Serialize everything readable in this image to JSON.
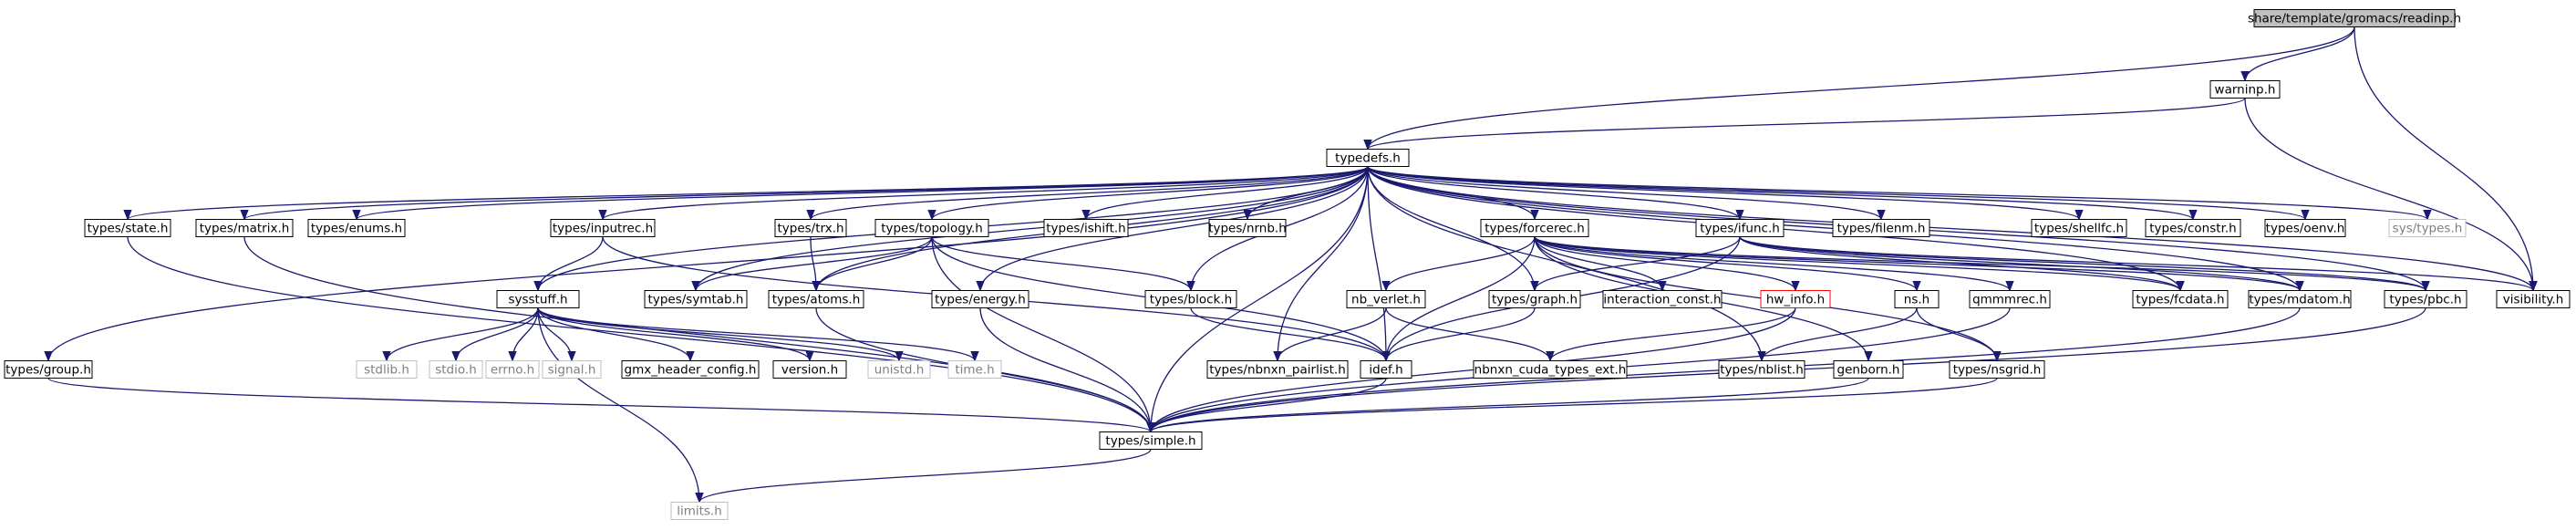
{
  "colors": {
    "edge": "#191970",
    "border_default": "#000000",
    "border_system": "#bfbfbf",
    "border_missing": "#ff0000",
    "fill_root": "#bfbfbf",
    "fill_default": "#ffffff",
    "text_default": "#000000",
    "text_system": "#7f7f7f"
  },
  "nodes": [
    {
      "id": "readinp",
      "label": "share/template/gromacs/readinp.h",
      "kind": "root"
    },
    {
      "id": "warninp",
      "label": "warninp.h",
      "kind": "local"
    },
    {
      "id": "typedefs",
      "label": "typedefs.h",
      "kind": "local"
    },
    {
      "id": "state",
      "label": "types/state.h",
      "kind": "local"
    },
    {
      "id": "matrix",
      "label": "types/matrix.h",
      "kind": "local"
    },
    {
      "id": "enums",
      "label": "types/enums.h",
      "kind": "local"
    },
    {
      "id": "inputrec",
      "label": "types/inputrec.h",
      "kind": "local"
    },
    {
      "id": "trx",
      "label": "types/trx.h",
      "kind": "local"
    },
    {
      "id": "topology",
      "label": "types/topology.h",
      "kind": "local"
    },
    {
      "id": "ishift",
      "label": "types/ishift.h",
      "kind": "local"
    },
    {
      "id": "nrnb",
      "label": "types/nrnb.h",
      "kind": "local"
    },
    {
      "id": "forcerec",
      "label": "types/forcerec.h",
      "kind": "local"
    },
    {
      "id": "ifunc",
      "label": "types/ifunc.h",
      "kind": "local"
    },
    {
      "id": "filenm",
      "label": "types/filenm.h",
      "kind": "local"
    },
    {
      "id": "shellfc",
      "label": "types/shellfc.h",
      "kind": "local"
    },
    {
      "id": "constr",
      "label": "types/constr.h",
      "kind": "local"
    },
    {
      "id": "oenv",
      "label": "types/oenv.h",
      "kind": "local"
    },
    {
      "id": "systypes",
      "label": "sys/types.h",
      "kind": "system"
    },
    {
      "id": "sysstuff",
      "label": "sysstuff.h",
      "kind": "local"
    },
    {
      "id": "symtab",
      "label": "types/symtab.h",
      "kind": "local"
    },
    {
      "id": "atoms",
      "label": "types/atoms.h",
      "kind": "local"
    },
    {
      "id": "energy",
      "label": "types/energy.h",
      "kind": "local"
    },
    {
      "id": "block",
      "label": "types/block.h",
      "kind": "local"
    },
    {
      "id": "nbverlet",
      "label": "nb_verlet.h",
      "kind": "local"
    },
    {
      "id": "graph",
      "label": "types/graph.h",
      "kind": "local"
    },
    {
      "id": "interaction",
      "label": "interaction_const.h",
      "kind": "local"
    },
    {
      "id": "hwinfo",
      "label": "hw_info.h",
      "kind": "missing"
    },
    {
      "id": "ns",
      "label": "ns.h",
      "kind": "local"
    },
    {
      "id": "qmmmrec",
      "label": "qmmmrec.h",
      "kind": "local"
    },
    {
      "id": "fcdata",
      "label": "types/fcdata.h",
      "kind": "local"
    },
    {
      "id": "mdatom",
      "label": "types/mdatom.h",
      "kind": "local"
    },
    {
      "id": "pbc",
      "label": "types/pbc.h",
      "kind": "local"
    },
    {
      "id": "visibility",
      "label": "visibility.h",
      "kind": "local"
    },
    {
      "id": "group",
      "label": "types/group.h",
      "kind": "local"
    },
    {
      "id": "stdlib",
      "label": "stdlib.h",
      "kind": "system"
    },
    {
      "id": "stdio",
      "label": "stdio.h",
      "kind": "system"
    },
    {
      "id": "errno",
      "label": "errno.h",
      "kind": "system"
    },
    {
      "id": "signal",
      "label": "signal.h",
      "kind": "system"
    },
    {
      "id": "gmxheader",
      "label": "gmx_header_config.h",
      "kind": "local"
    },
    {
      "id": "version",
      "label": "version.h",
      "kind": "local"
    },
    {
      "id": "unistd",
      "label": "unistd.h",
      "kind": "system"
    },
    {
      "id": "time",
      "label": "time.h",
      "kind": "system"
    },
    {
      "id": "nbnxnpair",
      "label": "types/nbnxn_pairlist.h",
      "kind": "local"
    },
    {
      "id": "idef",
      "label": "idef.h",
      "kind": "local"
    },
    {
      "id": "nbnxncuda",
      "label": "nbnxn_cuda_types_ext.h",
      "kind": "local"
    },
    {
      "id": "nblist",
      "label": "types/nblist.h",
      "kind": "local"
    },
    {
      "id": "genborn",
      "label": "genborn.h",
      "kind": "local"
    },
    {
      "id": "nsgrid",
      "label": "types/nsgrid.h",
      "kind": "local"
    },
    {
      "id": "simple",
      "label": "types/simple.h",
      "kind": "local"
    },
    {
      "id": "limits",
      "label": "limits.h",
      "kind": "system"
    }
  ],
  "edges": [
    [
      "readinp",
      "warninp"
    ],
    [
      "readinp",
      "typedefs"
    ],
    [
      "readinp",
      "visibility"
    ],
    [
      "warninp",
      "typedefs"
    ],
    [
      "warninp",
      "visibility"
    ],
    [
      "typedefs",
      "state"
    ],
    [
      "typedefs",
      "matrix"
    ],
    [
      "typedefs",
      "enums"
    ],
    [
      "typedefs",
      "inputrec"
    ],
    [
      "typedefs",
      "trx"
    ],
    [
      "typedefs",
      "topology"
    ],
    [
      "typedefs",
      "ishift"
    ],
    [
      "typedefs",
      "nrnb"
    ],
    [
      "typedefs",
      "forcerec"
    ],
    [
      "typedefs",
      "ifunc"
    ],
    [
      "typedefs",
      "filenm"
    ],
    [
      "typedefs",
      "shellfc"
    ],
    [
      "typedefs",
      "constr"
    ],
    [
      "typedefs",
      "oenv"
    ],
    [
      "typedefs",
      "systypes"
    ],
    [
      "typedefs",
      "sysstuff"
    ],
    [
      "typedefs",
      "symtab"
    ],
    [
      "typedefs",
      "atoms"
    ],
    [
      "typedefs",
      "energy"
    ],
    [
      "typedefs",
      "block"
    ],
    [
      "typedefs",
      "graph"
    ],
    [
      "typedefs",
      "fcdata"
    ],
    [
      "typedefs",
      "mdatom"
    ],
    [
      "typedefs",
      "pbc"
    ],
    [
      "typedefs",
      "visibility"
    ],
    [
      "typedefs",
      "group"
    ],
    [
      "typedefs",
      "simple"
    ],
    [
      "typedefs",
      "nbnxnpair"
    ],
    [
      "typedefs",
      "idef"
    ],
    [
      "typedefs",
      "nblist"
    ],
    [
      "state",
      "simple"
    ],
    [
      "matrix",
      "simple"
    ],
    [
      "group",
      "simple"
    ],
    [
      "inputrec",
      "sysstuff"
    ],
    [
      "inputrec",
      "idef"
    ],
    [
      "trx",
      "atoms"
    ],
    [
      "topology",
      "symtab"
    ],
    [
      "topology",
      "atoms"
    ],
    [
      "topology",
      "block"
    ],
    [
      "topology",
      "idef"
    ],
    [
      "topology",
      "simple"
    ],
    [
      "sysstuff",
      "stdlib"
    ],
    [
      "sysstuff",
      "stdio"
    ],
    [
      "sysstuff",
      "errno"
    ],
    [
      "sysstuff",
      "signal"
    ],
    [
      "sysstuff",
      "gmxheader"
    ],
    [
      "sysstuff",
      "version"
    ],
    [
      "sysstuff",
      "unistd"
    ],
    [
      "sysstuff",
      "limits"
    ],
    [
      "sysstuff",
      "time"
    ],
    [
      "atoms",
      "simple"
    ],
    [
      "energy",
      "simple"
    ],
    [
      "block",
      "idef"
    ],
    [
      "forcerec",
      "nbverlet"
    ],
    [
      "forcerec",
      "interaction"
    ],
    [
      "forcerec",
      "hwinfo"
    ],
    [
      "forcerec",
      "ns"
    ],
    [
      "forcerec",
      "qmmmrec"
    ],
    [
      "forcerec",
      "genborn"
    ],
    [
      "forcerec",
      "idef"
    ],
    [
      "forcerec",
      "fcdata"
    ],
    [
      "forcerec",
      "mdatom"
    ],
    [
      "forcerec",
      "pbc"
    ],
    [
      "forcerec",
      "nsgrid"
    ],
    [
      "ifunc",
      "graph"
    ],
    [
      "ifunc",
      "idef"
    ],
    [
      "ifunc",
      "fcdata"
    ],
    [
      "ifunc",
      "mdatom"
    ],
    [
      "ifunc",
      "pbc"
    ],
    [
      "ifunc",
      "visibility"
    ],
    [
      "nbverlet",
      "nbnxnpair"
    ],
    [
      "nbverlet",
      "nbnxncuda"
    ],
    [
      "graph",
      "idef"
    ],
    [
      "hwinfo",
      "simple"
    ],
    [
      "hwinfo",
      "nbnxncuda"
    ],
    [
      "ns",
      "nblist"
    ],
    [
      "ns",
      "nsgrid"
    ],
    [
      "qmmmrec",
      "simple"
    ],
    [
      "mdatom",
      "simple"
    ],
    [
      "pbc",
      "simple"
    ],
    [
      "idef",
      "simple"
    ],
    [
      "genborn",
      "simple"
    ],
    [
      "nsgrid",
      "simple"
    ],
    [
      "simple",
      "limits"
    ]
  ]
}
